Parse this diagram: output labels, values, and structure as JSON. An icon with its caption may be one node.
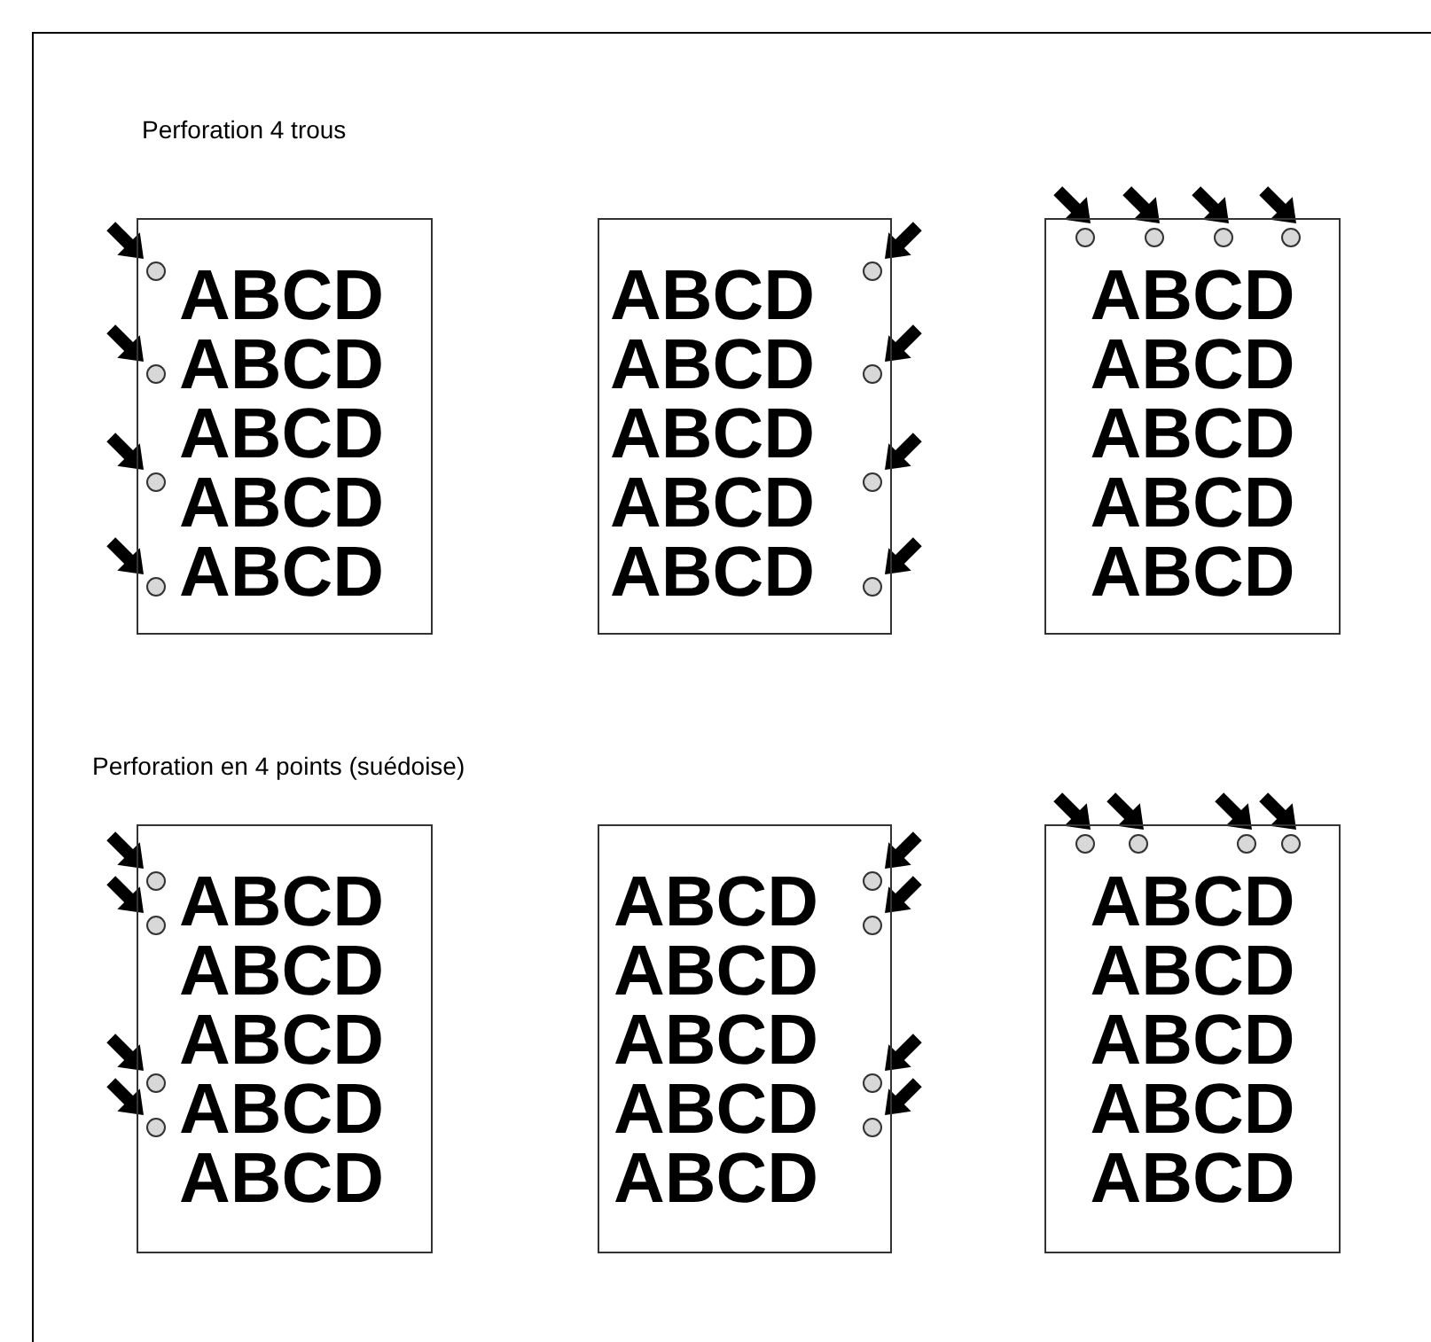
{
  "diagram": {
    "nodes": [
      {
        "text": [
          "ABCD",
          "ABCD",
          "ABCD",
          "ABCD",
          "ABCD"
        ]
      },
      {
        "text": [
          "ABCD",
          "ABCD",
          "ABCD",
          "ABCD",
          "ABCD"
        ]
      },
      {
        "text": [
          "ABCD",
          "ABCD",
          "ABCD",
          "ABCD",
          "ABCD"
        ]
      },
      {
        "text": [
          "ABCD",
          "ABCD",
          "ABCD",
          "ABCD",
          "ABCD"
        ]
      },
      {
        "text": [
          "ABCD",
          "ABCD",
          "ABCD",
          "ABCD",
          "ABCD"
        ]
      },
      {
        "text": [
          "ABCD",
          "ABCD",
          "ABCD",
          "ABCD",
          "ABCD"
        ]
      }
    ],
    "edges": [],
    "labels": [
      "Perforation 4 trous",
      "Perforation en 4 points (suédoise)"
    ]
  }
}
